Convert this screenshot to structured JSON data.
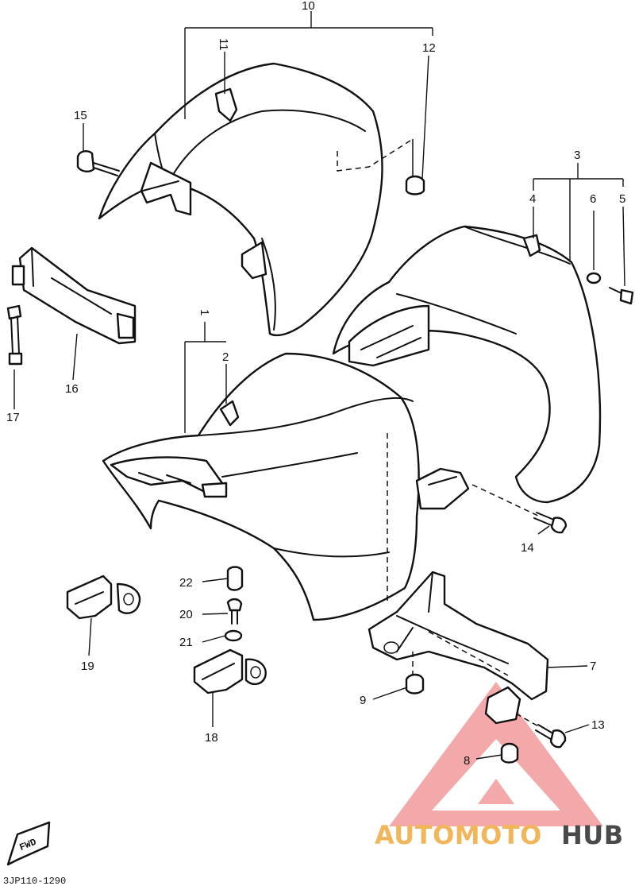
{
  "diagram": {
    "callouts": [
      "1",
      "2",
      "3",
      "4",
      "5",
      "6",
      "7",
      "8",
      "9",
      "10",
      "11",
      "12",
      "13",
      "14",
      "15",
      "16",
      "17",
      "18",
      "19",
      "20",
      "21",
      "22"
    ],
    "direction_marker": "FWD",
    "drawing_code": "3JP110-1290"
  },
  "watermark": {
    "text_left": "AUTOMOTO",
    "text_right": "HUB",
    "colors": {
      "triangle": "#f19a9a",
      "text_left": "#f2b65a",
      "text_right": "#4a4a4a"
    }
  }
}
